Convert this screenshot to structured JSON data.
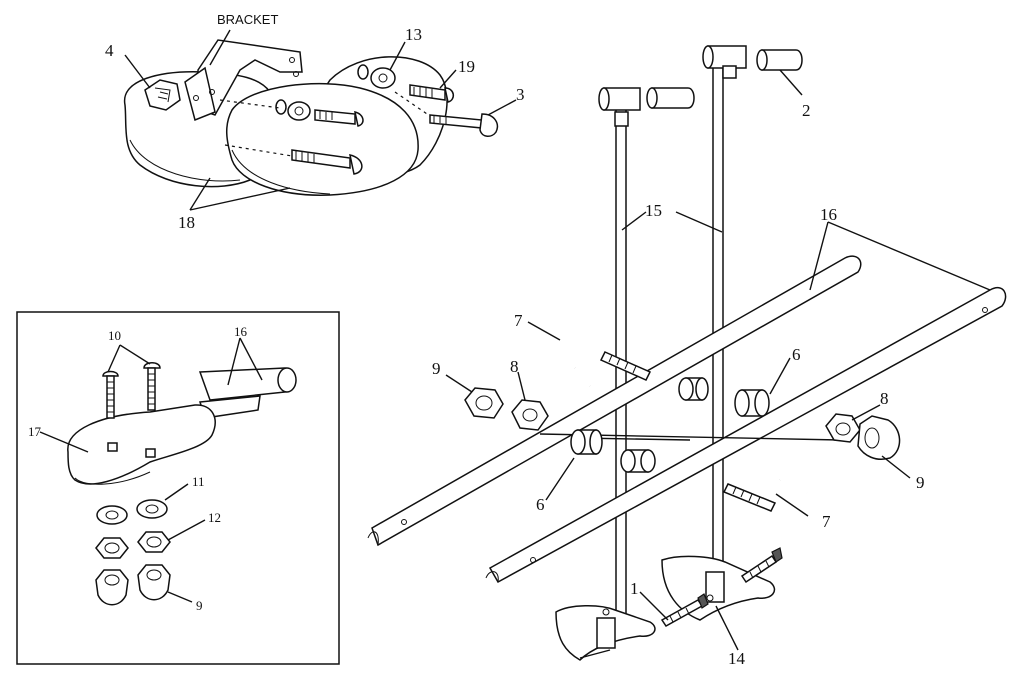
{
  "labels": {
    "bracket": "BRACKET",
    "p1": "1",
    "p2": "2",
    "p3": "3",
    "p4": "4",
    "p6a": "6",
    "p6b": "6",
    "p7a": "7",
    "p7b": "7",
    "p8a": "8",
    "p8b": "8",
    "p9a": "9",
    "p9b": "9",
    "p13": "13",
    "p14": "14",
    "p15": "15",
    "p16": "16",
    "p18": "18",
    "p19": "19",
    "inset_p9": "9",
    "inset_p10": "10",
    "inset_p11": "11",
    "inset_p12": "12",
    "inset_p16": "16",
    "inset_p17": "17"
  }
}
